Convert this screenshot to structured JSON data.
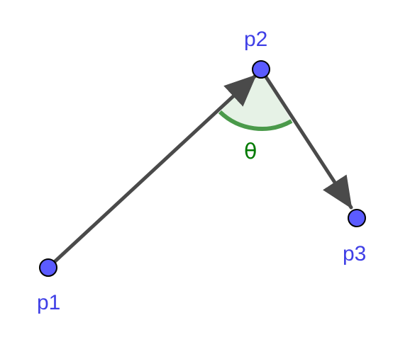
{
  "points": {
    "p1": {
      "label": "p1"
    },
    "p2": {
      "label": "p2"
    },
    "p3": {
      "label": "p3"
    }
  },
  "angle": {
    "label": "θ"
  },
  "colors": {
    "point_fill": "#5b5bff",
    "point_stroke": "#000000",
    "label": "#3f3fe6",
    "vector": "#4a4a4a",
    "angle_fill": "#e6f2e6",
    "angle_arc": "#4a9a4a",
    "angle_label": "#007a00"
  }
}
